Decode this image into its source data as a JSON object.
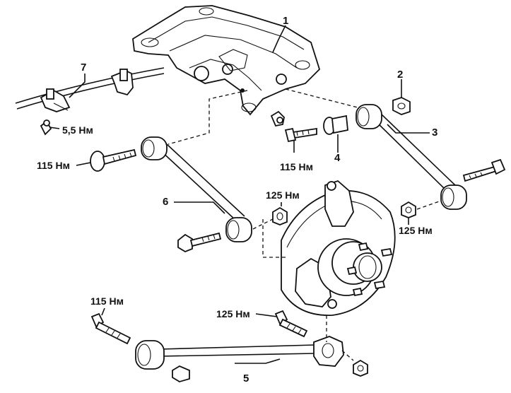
{
  "callouts": {
    "c1": "1",
    "c2": "2",
    "c3": "3",
    "c4": "4",
    "c5": "5",
    "c6": "6",
    "c7": "7"
  },
  "torques": {
    "t_5_5": "5,5 Нм",
    "t_115_left": "115 Нм",
    "t_115_center": "115 Нм",
    "t_125_upper": "125 Нм",
    "t_125_right": "125 Нм",
    "t_115_lower": "115 Нм",
    "t_125_lower": "125 Нм"
  }
}
